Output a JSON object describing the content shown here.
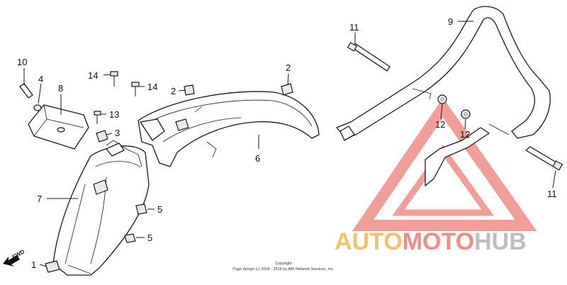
{
  "callouts": {
    "c1": "1",
    "c2a": "2",
    "c2b": "2",
    "c3": "3",
    "c4": "4",
    "c5a": "5",
    "c5b": "5",
    "c6": "6",
    "c7": "7",
    "c8": "8",
    "c9": "9",
    "c10": "10",
    "c11a": "11",
    "c11b": "11",
    "c12a": "12",
    "c12b": "12",
    "c13": "13",
    "c14a": "14",
    "c14b": "14"
  },
  "direction_label": "FWD",
  "copyright": {
    "line1": "Copyright",
    "line2": "Page design (c) 2004 - 2014 by ARI Network Services, Inc."
  },
  "watermark": {
    "part1": "AUTO",
    "part2": "MOTO",
    "part3": "HUB",
    "colors": {
      "auto": "#f4c26d",
      "moto": "#f08d86",
      "hub": "#bdbdbd",
      "triangle": "#f08d86"
    }
  }
}
